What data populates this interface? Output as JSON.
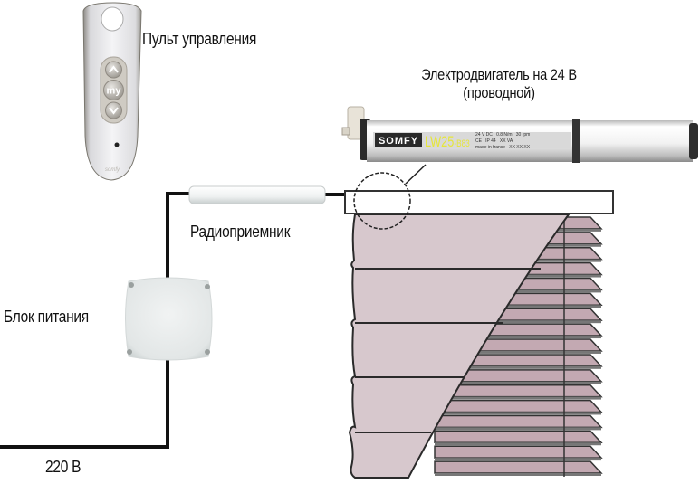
{
  "diagram": {
    "remote": {
      "label": "Пульт управления",
      "buttons": {
        "up": "^",
        "my": "my",
        "down": "v"
      },
      "brand_mark": "somfy"
    },
    "motor": {
      "label_line1": "Электродвигатель на 24 В",
      "label_line2": "(проводной)",
      "brand": "SOMFY",
      "model_main": "LW25",
      "model_suffix": "-B83",
      "spec_line1": "24 V DC   0.8 N/m   30 rpm",
      "spec_line2": "CE   IP 44   XX VA",
      "spec_line3": "made in france   XX XX XX",
      "model_color": "#e6e63a"
    },
    "receiver": {
      "label": "Радиоприемник"
    },
    "power_unit": {
      "label": "Блок питания"
    },
    "mains": {
      "label": "220 В"
    },
    "blind": {
      "fabric_color": "#d7c8cd",
      "slat_color": "#c3a9b2",
      "outline_color": "#333333",
      "slat_count": 17,
      "fabric_folds": 4
    },
    "wire_color": "#111111"
  }
}
